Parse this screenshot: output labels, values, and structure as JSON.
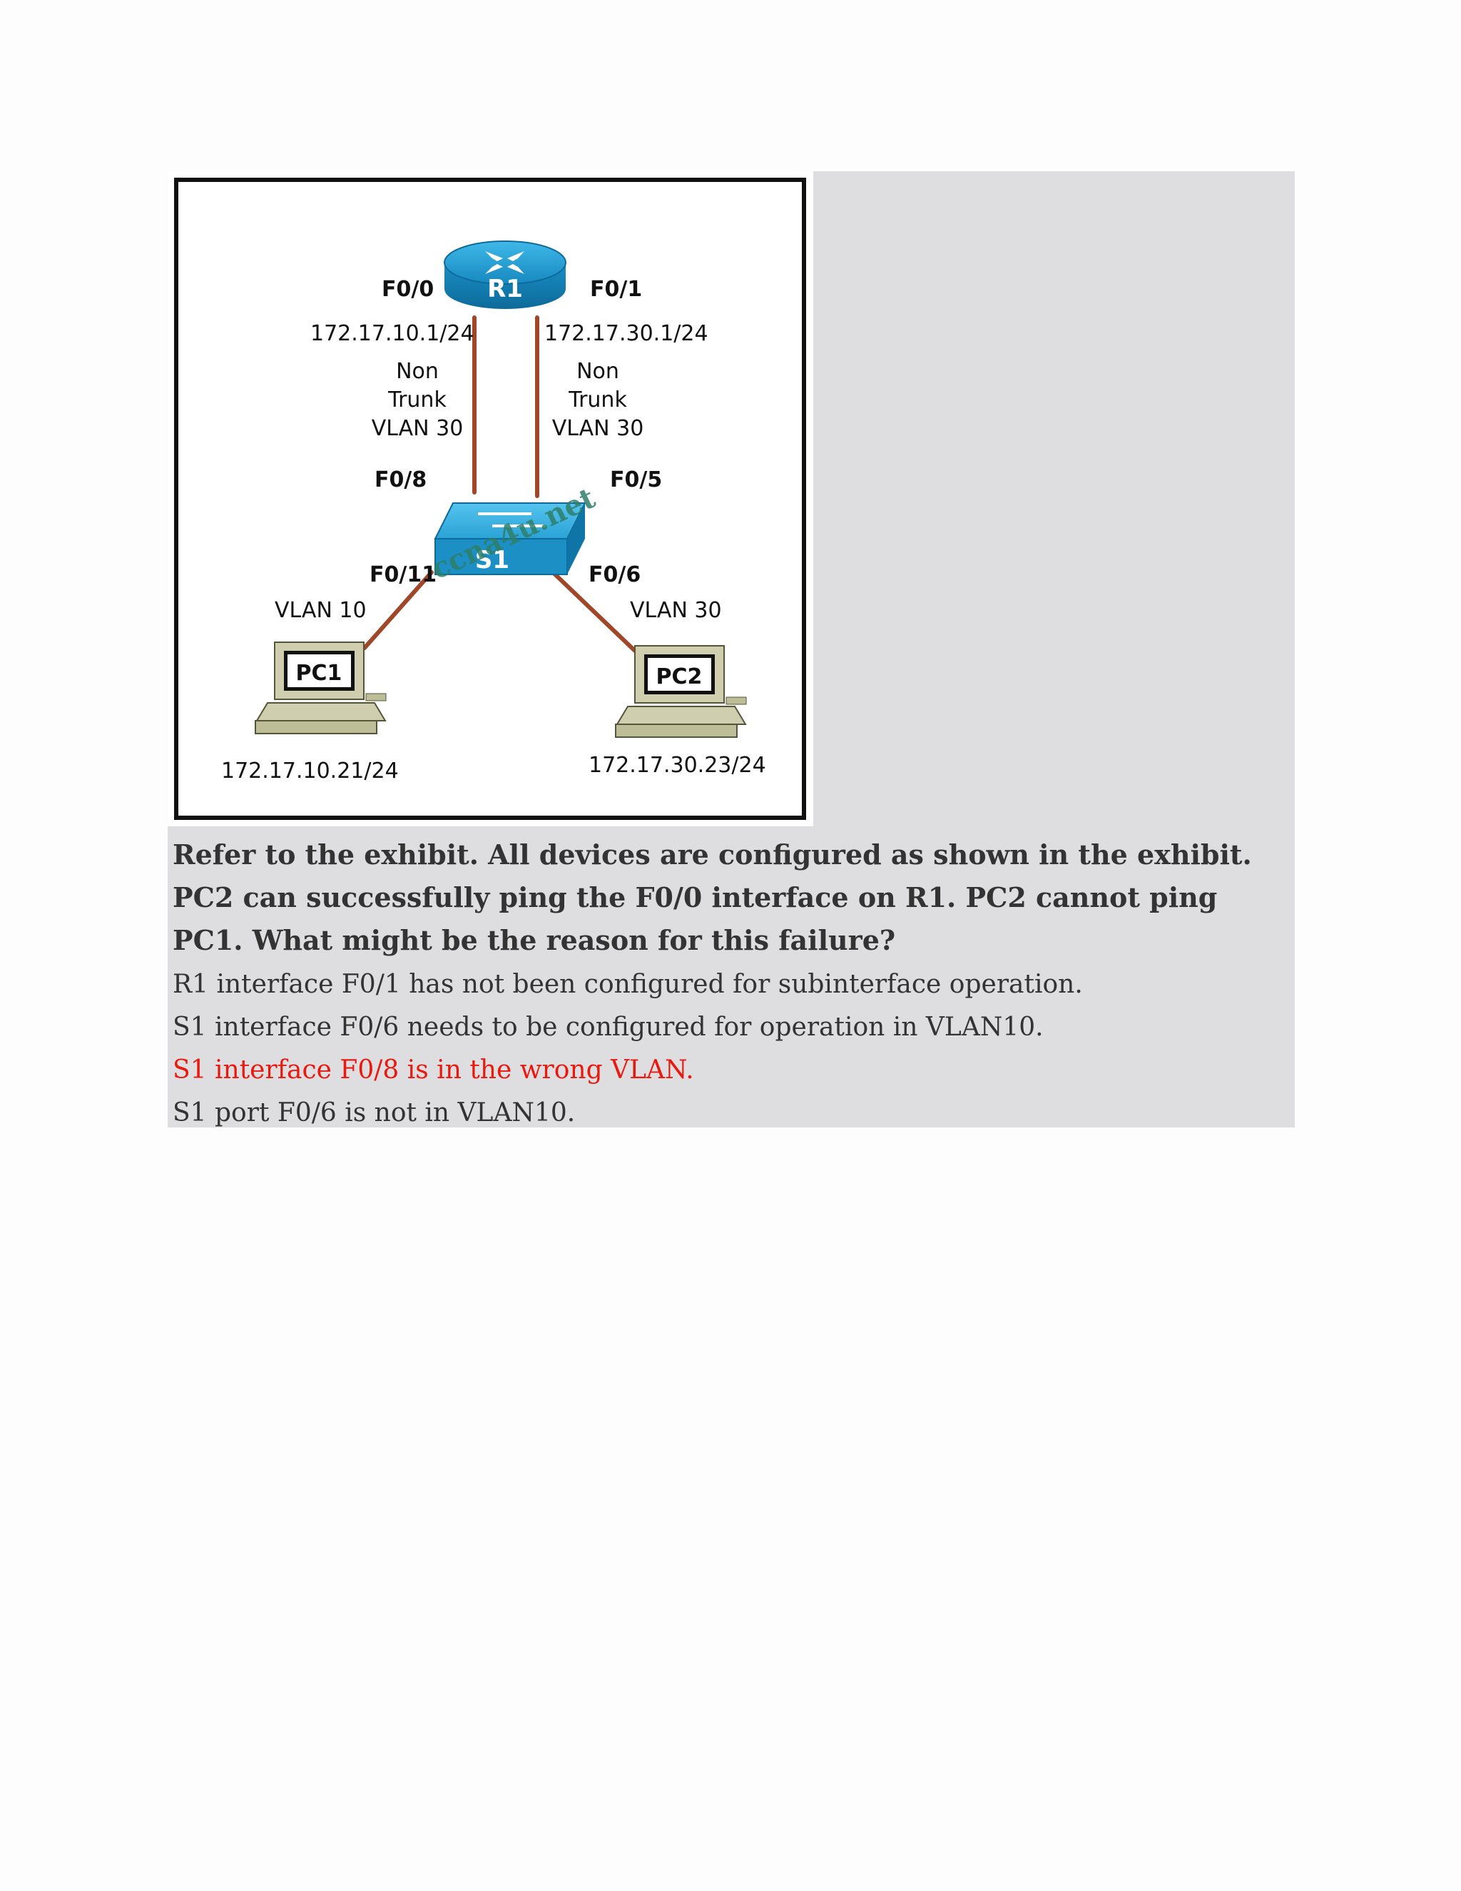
{
  "diagram": {
    "router_label": "R1",
    "switch_label": "S1",
    "pc1_label": "PC1",
    "pc2_label": "PC2",
    "r1_port_left": "F0/0",
    "r1_port_right": "F0/1",
    "r1_ip_left": "172.17.10.1/24",
    "r1_ip_right": "172.17.30.1/24",
    "link_left_line1": "Non",
    "link_left_line2": "Trunk",
    "link_left_line3": "VLAN 30",
    "link_right_line1": "Non",
    "link_right_line2": "Trunk",
    "link_right_line3": "VLAN 30",
    "s1_port_up_left": "F0/8",
    "s1_port_up_right": "F0/5",
    "s1_port_down_left": "F0/11",
    "s1_port_down_right": "F0/6",
    "pc1_vlan": "VLAN 10",
    "pc2_vlan": "VLAN 30",
    "pc1_ip": "172.17.10.21/24",
    "pc2_ip": "172.17.30.23/24",
    "watermark": "ccna4u.net",
    "colors": {
      "device_blue": "#1f9bd1",
      "cable": "#a0472a",
      "pc_body": "#cfcfb0"
    }
  },
  "question": "Refer to the exhibit. All devices are configured as shown in the exhibit. PC2 can successfully ping the F0/0 interface on R1. PC2 cannot ping PC1. What might be the reason for this failure?",
  "answers": [
    "R1 interface F0/1 has not been configured for subinterface operation.",
    "S1 interface F0/6 needs to be configured for operation in VLAN10.",
    "S1 interface F0/8 is in the wrong VLAN.",
    "S1 port F0/6 is not in VLAN10."
  ],
  "highlight_color": "#e8190f"
}
